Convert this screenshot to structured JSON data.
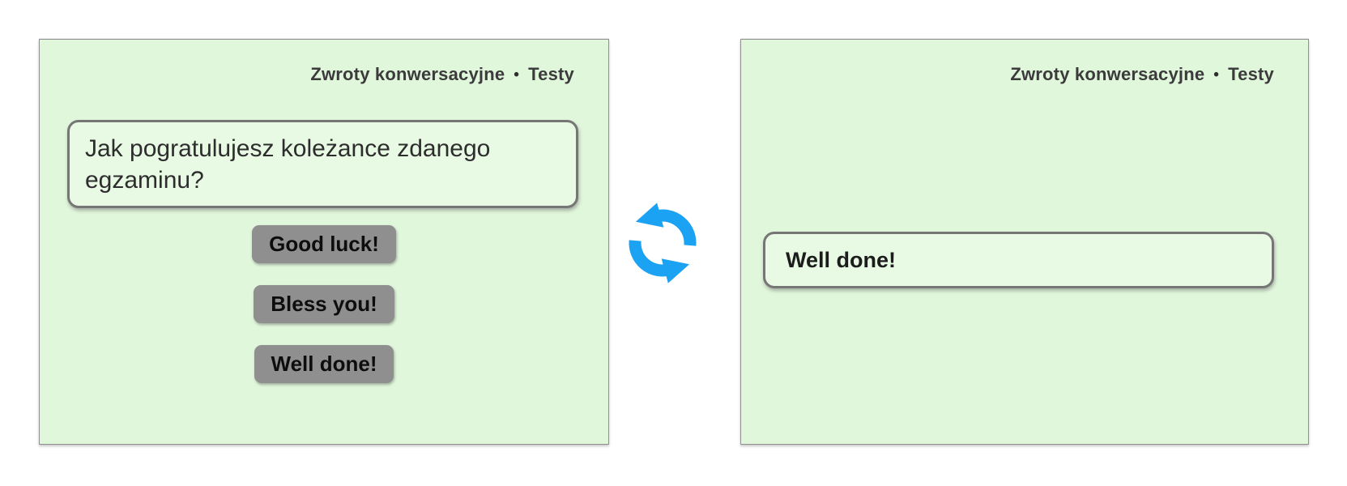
{
  "colors": {
    "panel_background": "#E1F7DC",
    "box_background": "#E9FAE4",
    "box_border": "#767676",
    "button_background": "#8F8F8F",
    "flip_icon_blue": "#1BA2F2",
    "header_text": "#3B3B3B"
  },
  "front": {
    "breadcrumb": {
      "set_title": "Zwroty konwersacyjne",
      "separator": "•",
      "section": "Testy"
    },
    "question": "Jak pogratulujesz koleżance zdanego egzaminu?",
    "options": [
      "Good luck!",
      "Bless you!",
      "Well done!"
    ]
  },
  "back": {
    "breadcrumb": {
      "set_title": "Zwroty konwersacyjne",
      "separator": "•",
      "section": "Testy"
    },
    "answer": "Well done!"
  },
  "flip_icon_name": "sync-arrows-icon"
}
